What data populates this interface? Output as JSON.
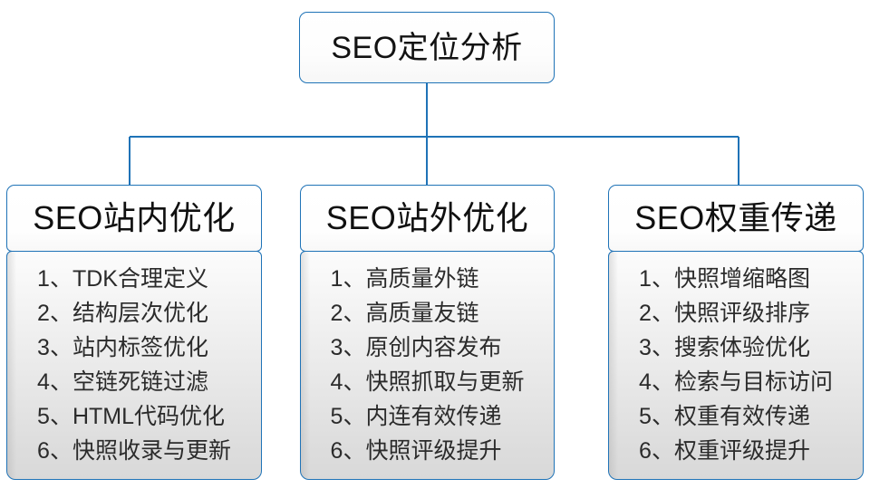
{
  "diagram": {
    "type": "org-chart",
    "root": {
      "label": "SEO定位分析"
    },
    "branches": [
      {
        "id": "on-site",
        "header": "SEO站内优化",
        "items": [
          "1、TDK合理定义",
          "2、结构层次优化",
          "3、站内标签优化",
          "4、空链死链过滤",
          "5、HTML代码优化",
          "6、快照收录与更新"
        ]
      },
      {
        "id": "off-site",
        "header": "SEO站外优化",
        "items": [
          "1、高质量外链",
          "2、高质量友链",
          "3、原创内容发布",
          "4、快照抓取与更新",
          "5、内连有效传递",
          "6、快照评级提升"
        ]
      },
      {
        "id": "weight-transfer",
        "header": "SEO权重传递",
        "items": [
          "1、快照增缩略图",
          "2、快照评级排序",
          "3、搜索体验优化",
          "4、检索与目标访问",
          "5、权重有效传递",
          "6、权重评级提升"
        ]
      }
    ],
    "colors": {
      "border": "#1f73b7",
      "connector": "#1f73b7",
      "text": "#101010",
      "list_text": "#2b2b2b",
      "background": "#ffffff",
      "list_fill_top": "#fcfcfc",
      "list_fill_bottom": "#d9d9d9"
    }
  }
}
